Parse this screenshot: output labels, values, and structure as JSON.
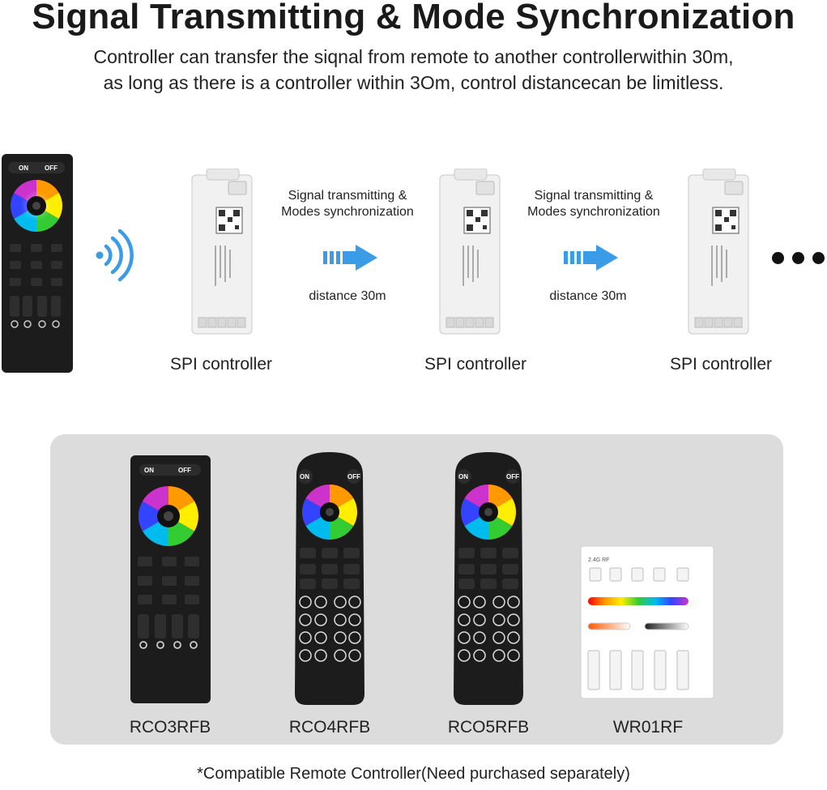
{
  "header": {
    "title": "Signal Transmitting & Mode Synchronization",
    "subtitle_line1": "Controller can transfer the siqnal from remote to another controllerwithin 30m,",
    "subtitle_line2": "as long as there is a controller within 3Om, control distancecan be limitless."
  },
  "remote_main": {
    "on": "ON",
    "off": "OFF"
  },
  "flow": {
    "controllers": [
      {
        "label": "SPI controller"
      },
      {
        "label": "SPI controller"
      },
      {
        "label": "SPI controller"
      }
    ],
    "links": [
      {
        "line1": "Signal transmitting &",
        "line2": "Modes synchronization",
        "distance": "distance 30m"
      },
      {
        "line1": "Signal transmitting &",
        "line2": "Modes synchronization",
        "distance": "distance 30m"
      }
    ]
  },
  "compatible": {
    "remotes": [
      {
        "name": "RCO3RFB",
        "on": "ON",
        "off": "OFF"
      },
      {
        "name": "RCO4RFB",
        "on": "ON",
        "off": "OFF"
      },
      {
        "name": "RCO5RFB",
        "on": "ON",
        "off": "OFF"
      },
      {
        "name": "WR01RF",
        "badge": "2.4G RF"
      }
    ],
    "footnote": "*Compatible Remote Controller(Need purchased separately)"
  },
  "colors": {
    "arrow": "#3a9be6",
    "remote_body": "#1c1c1c",
    "panel_bg": "#dcdcdc"
  }
}
